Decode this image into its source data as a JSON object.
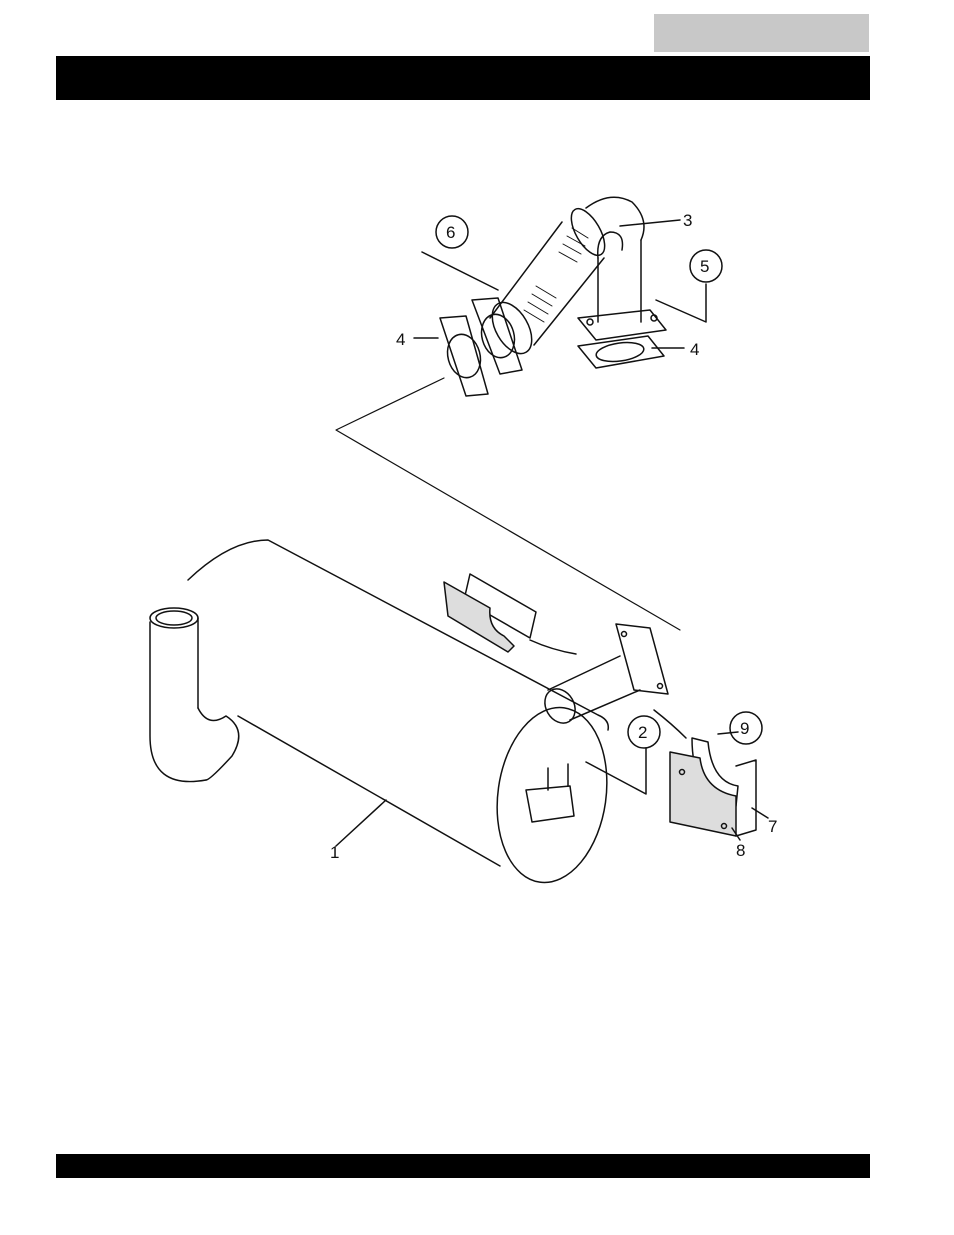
{
  "diagram": {
    "callouts": {
      "c1": "1",
      "c2": "2",
      "c3": "3",
      "c4a": "4",
      "c4b": "4",
      "c5": "5",
      "c6": "6",
      "c7": "7",
      "c8": "8",
      "c9": "9"
    }
  }
}
